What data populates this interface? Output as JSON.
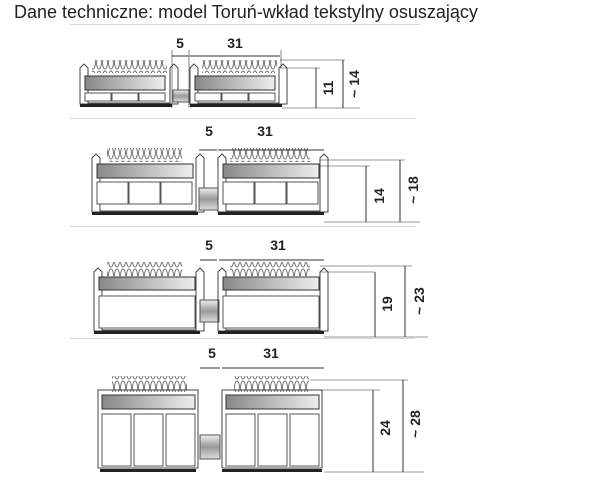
{
  "title": "Dane techniczne: model Toruń-wkład tekstylny osuszający",
  "profiles": [
    {
      "gap": "5",
      "width": "31",
      "height": "11",
      "total_height": "~ 14",
      "base": "3 small cells"
    },
    {
      "gap": "5",
      "width": "31",
      "height": "14",
      "total_height": "~ 18",
      "base": "3 cells"
    },
    {
      "gap": "5",
      "width": "31",
      "height": "19",
      "total_height": "~ 23",
      "base": "1 hollow chamber"
    },
    {
      "gap": "5",
      "width": "31",
      "height": "24",
      "total_height": "~ 28",
      "base": "3 tall cells"
    }
  ],
  "colors": {
    "line": "#333333",
    "fibre": "#888888",
    "insert": "#aaaaaa",
    "base": "#222222"
  }
}
